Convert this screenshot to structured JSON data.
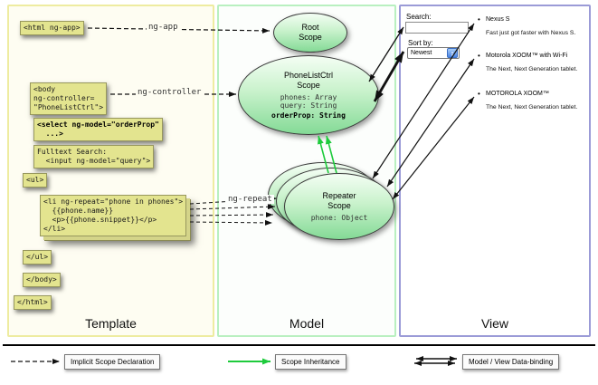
{
  "colors": {
    "code_box_yellow": "#e3e48f",
    "scope_green": "#84da96",
    "inheritance_green": "#1ecb3c",
    "template_border": "#eeeca0",
    "model_border": "#b9f0c0",
    "view_border": "#9b9bd7"
  },
  "template_panel": {
    "label": "Template",
    "code": {
      "html_open": "<html ng-app>",
      "body_open": "<body\nng-controller=\n\"PhoneListCtrl\">",
      "select": "<select ng-model=\"orderProp\"\n  ...>",
      "fulltext": "Fulltext Search:\n  <input ng-model=\"query\">",
      "ul_open": "<ul>",
      "li_repeat": "<li ng-repeat=\"phone in phones\">\n  {{phone.name}}\n  <p>{{phone.snippet}}</p>\n</li>",
      "ul_close": "</ul>",
      "body_close": "</body>",
      "html_close": "</html>"
    }
  },
  "annotations": {
    "ng_app": "ng-app",
    "ng_controller": "ng-controller",
    "ng_repeat": "ng-repeat"
  },
  "model_panel": {
    "label": "Model",
    "root_scope": {
      "title": "Root\nScope"
    },
    "phonelist_scope": {
      "title": "PhoneListCtrl\nScope",
      "properties": "phones: Array\nquery: String",
      "bold_property": "orderProp: String"
    },
    "repeater_scope": {
      "title": "Repeater\nScope",
      "property": "phone: Object"
    }
  },
  "view_panel": {
    "label": "View",
    "search_label": "Search:",
    "search_value": "",
    "sort_label": "Sort by:",
    "sort_selected": "Newest",
    "items": [
      {
        "name": "Nexus S",
        "description": "Fast just got faster with Nexus S."
      },
      {
        "name": "Motorola XOOM™ with Wi-Fi",
        "description": "The Next, Next Generation tablet."
      },
      {
        "name": "MOTOROLA XOOM™",
        "description": "The Next, Next Generation tablet."
      }
    ]
  },
  "legend": {
    "implicit": "Implicit Scope Declaration",
    "inheritance": "Scope Inheritance",
    "binding": "Model / View Data-binding"
  }
}
